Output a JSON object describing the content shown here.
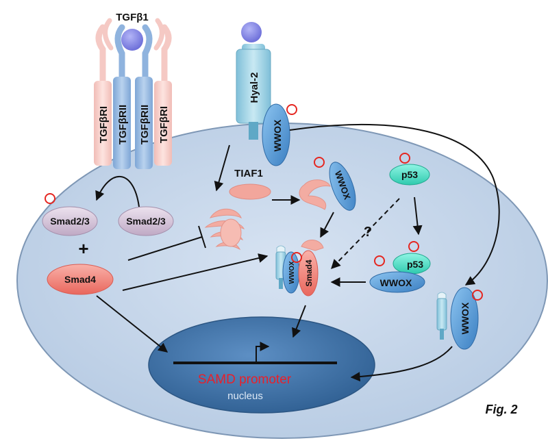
{
  "labels": {
    "tgfb1": "TGFβ1",
    "tgfbri_left": "TGFβRI",
    "tgfbrii_left": "TGFβRII",
    "tgfbrii_right": "TGFβRII",
    "tgfbri_right": "TGFβRI",
    "hyal2": "Hyal-2",
    "wwox_membrane": "WWOX",
    "tiaf1": "TIAF1",
    "wwox_tiaf1": "WWOX",
    "p53_top": "p53",
    "smad23_left": "Smad2/3",
    "smad23_right": "Smad2/3",
    "plus": "+",
    "smad4": "Smad4",
    "question": "?",
    "wwox_complex": "WWOX",
    "smad4_complex": "Smad4",
    "p53_complex": "p53",
    "wwox_p53": "WWOX",
    "wwox_right": "WWOX",
    "promoter": "SAMD promoter",
    "nucleus": "nucleus",
    "figure": "Fig. 2"
  },
  "colors": {
    "cell": "#c5d6ea",
    "cell_edge": "#7e97b5",
    "nucleus": "#3f74ab",
    "receptor_pink": "#f5c9c4",
    "receptor_blue": "#8fb3de",
    "ligand": "#8c8ee8",
    "hyal2": "#9fd0e2",
    "wwox": "#4b93d4",
    "p53": "#45e0c4",
    "smad23": "#d6c6d9",
    "smad4": "#f0837a",
    "tiaf1": "#f2a69c",
    "phospho": "#e52620",
    "promoter_text": "#e8202a"
  }
}
